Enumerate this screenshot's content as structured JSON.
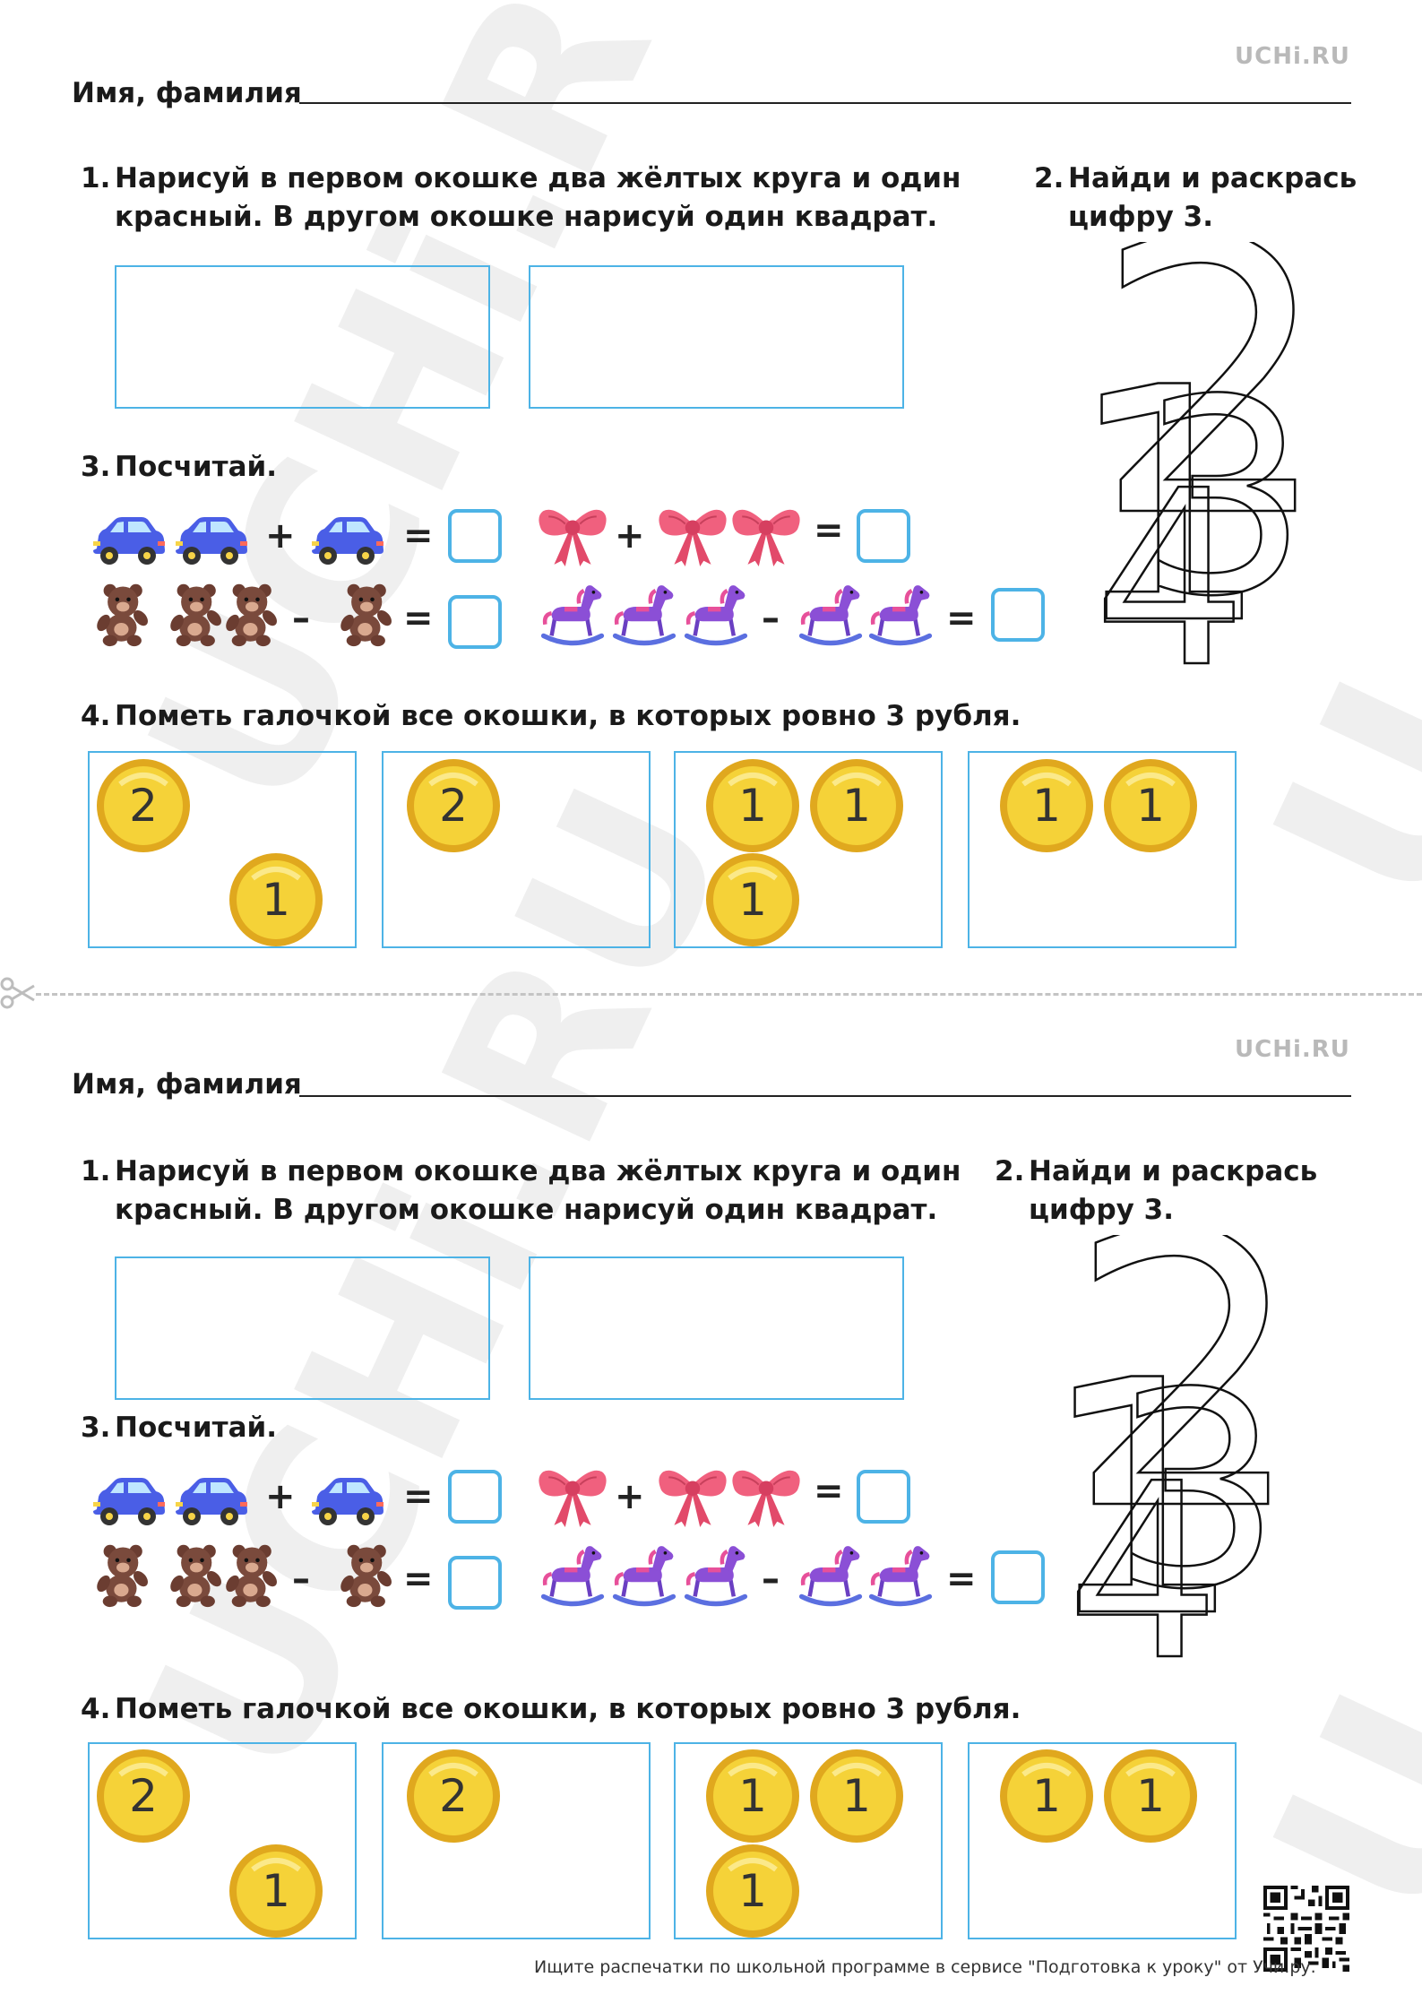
{
  "brand": "UCHi.RU",
  "sheet": {
    "name_label": "Имя, фамилия",
    "task1": {
      "num": "1.",
      "line1": "Нарисуй в первом окошке два жёлтых круга и один",
      "line2": "красный. В другом окошке нарисуй один квадрат."
    },
    "task2": {
      "num": "2.",
      "line1": "Найди и раскрась",
      "line2": "цифру 3."
    },
    "task3": {
      "num": "3.",
      "text": "Посчитай."
    },
    "task4": {
      "num": "4.",
      "text": "Пометь галочкой все окошки, в которых ровно 3 рубля."
    },
    "ops": {
      "plus": "+",
      "minus": "–",
      "equals": "="
    },
    "coins": {
      "box1": [
        "2",
        "1"
      ],
      "box2": [
        "2"
      ],
      "box3": [
        "1",
        "1",
        "1"
      ],
      "box4": [
        "1",
        "1"
      ]
    },
    "digits": [
      "1",
      "2",
      "3",
      "4"
    ]
  },
  "footer": {
    "text": "Ищите распечатки по школьной программе в сервисе \"Подготовка к уроку\" от Учи.ру."
  },
  "icons": [
    "car-icon",
    "bow-icon",
    "teddy-bear-icon",
    "rocking-horse-icon",
    "coin-icon",
    "scissors-icon",
    "qr-code-icon"
  ],
  "colors": {
    "accent": "#4db3e6",
    "coin": "#f5d238",
    "car": "#4a5ee6",
    "bow": "#f0607e",
    "bear": "#7a4a3c",
    "horse": "#8b4fd6"
  }
}
